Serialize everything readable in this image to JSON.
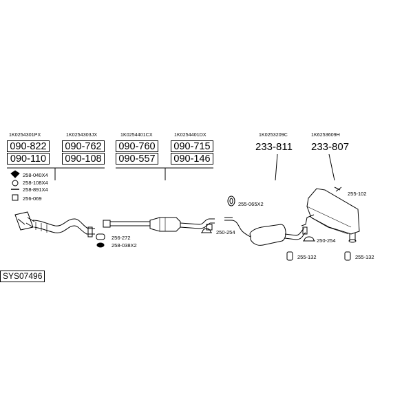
{
  "oe_codes": {
    "g1a": "1K0254301PX",
    "g1b": "1K0254303JX",
    "g2a": "1K0254401CX",
    "g2b": "1K0254401DX",
    "g3": "1K0253209C",
    "g4": "1K6253609H"
  },
  "part_numbers": {
    "p1": "090-822",
    "p2": "090-762",
    "p3": "090-110",
    "p4": "090-108",
    "p5": "090-760",
    "p6": "090-715",
    "p7": "090-557",
    "p8": "090-146",
    "p9": "233-811",
    "p10": "233-807"
  },
  "fittings": {
    "f1": "258-040X4",
    "f2": "258-108X4",
    "f3": "258-891X4",
    "f4": "256-069",
    "f5": "256-272",
    "f6": "258-038X2",
    "f7": "255-065X2",
    "f8": "250-254",
    "f9": "255-102",
    "f10": "250-254",
    "f11": "255-132",
    "f12": "255-132"
  },
  "system_id": "SYS07496"
}
